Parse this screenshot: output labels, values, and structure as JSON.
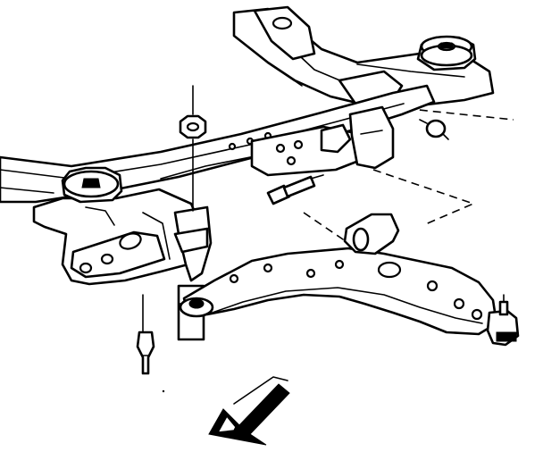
{
  "diagram": {
    "colors": {
      "ink": "#000000",
      "paper": "#ffffff"
    },
    "components": [
      "front-crossmember",
      "rear-crossmember",
      "frame-rail",
      "engine-mount",
      "lower-control-arm",
      "ball-joint",
      "mounting-bolt",
      "stabilizer-bolt",
      "front-direction-arrow"
    ]
  }
}
